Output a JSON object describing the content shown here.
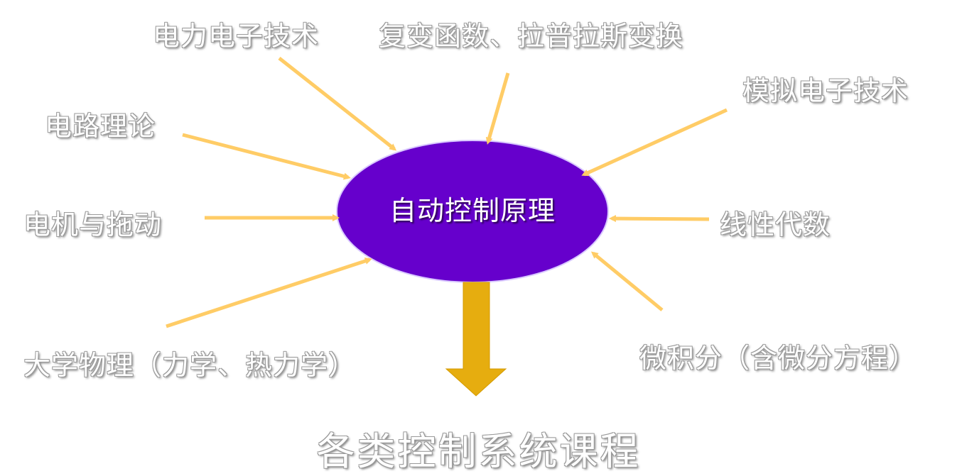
{
  "center": {
    "label": "自动控制原理",
    "color": "#6600cc"
  },
  "inputs": {
    "power_electronics": "电力电子技术",
    "complex_functions": "复变函数、拉普拉斯变换",
    "analog_electronics": "模拟电子技术",
    "circuit_theory": "电路理论",
    "linear_algebra": "线性代数",
    "motors_drives": "电机与拖动",
    "university_physics": "大学物理（力学、热力学）",
    "calculus": "微积分（含微分方程）"
  },
  "output": {
    "label": "各类控制系统课程"
  },
  "colors": {
    "arrow": "#ffcc66",
    "big_arrow": "#e6ad0f"
  }
}
